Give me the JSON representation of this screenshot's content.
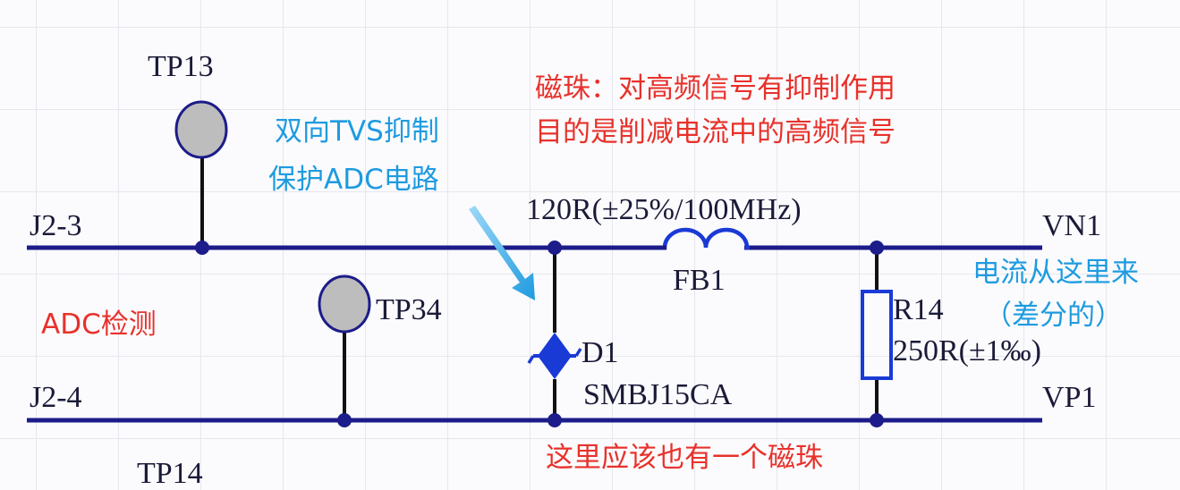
{
  "nets": {
    "j2_3": "J2-3",
    "j2_4": "J2-4",
    "vn1": "VN1",
    "vp1": "VP1"
  },
  "components": {
    "tp13": "TP13",
    "tp14": "TP14",
    "tp34": "TP34",
    "fb1_value": "120R(±25%/100MHz)",
    "fb1_ref": "FB1",
    "d1_ref": "D1",
    "d1_part": "SMBJ15CA",
    "r14_ref": "R14",
    "r14_value": "250R(±1‰)"
  },
  "annotations": {
    "bead_line1": "磁珠：对高频信号有抑制作用",
    "bead_line2": "目的是削减电流中的高频信号",
    "tvs_line1": "双向TVS抑制",
    "tvs_line2": "保护ADC电路",
    "adc": "ADC检测",
    "current_line1": "电流从这里来",
    "current_line2": "（差分的）",
    "missing_bead": "这里应该也有一个磁珠"
  },
  "colors": {
    "wire": "#1c1c8a",
    "annotation_red": "#e8312b",
    "annotation_blue": "#1e9be0",
    "pad_fill": "#bdbdbd",
    "diode": "#1a3ad6"
  }
}
